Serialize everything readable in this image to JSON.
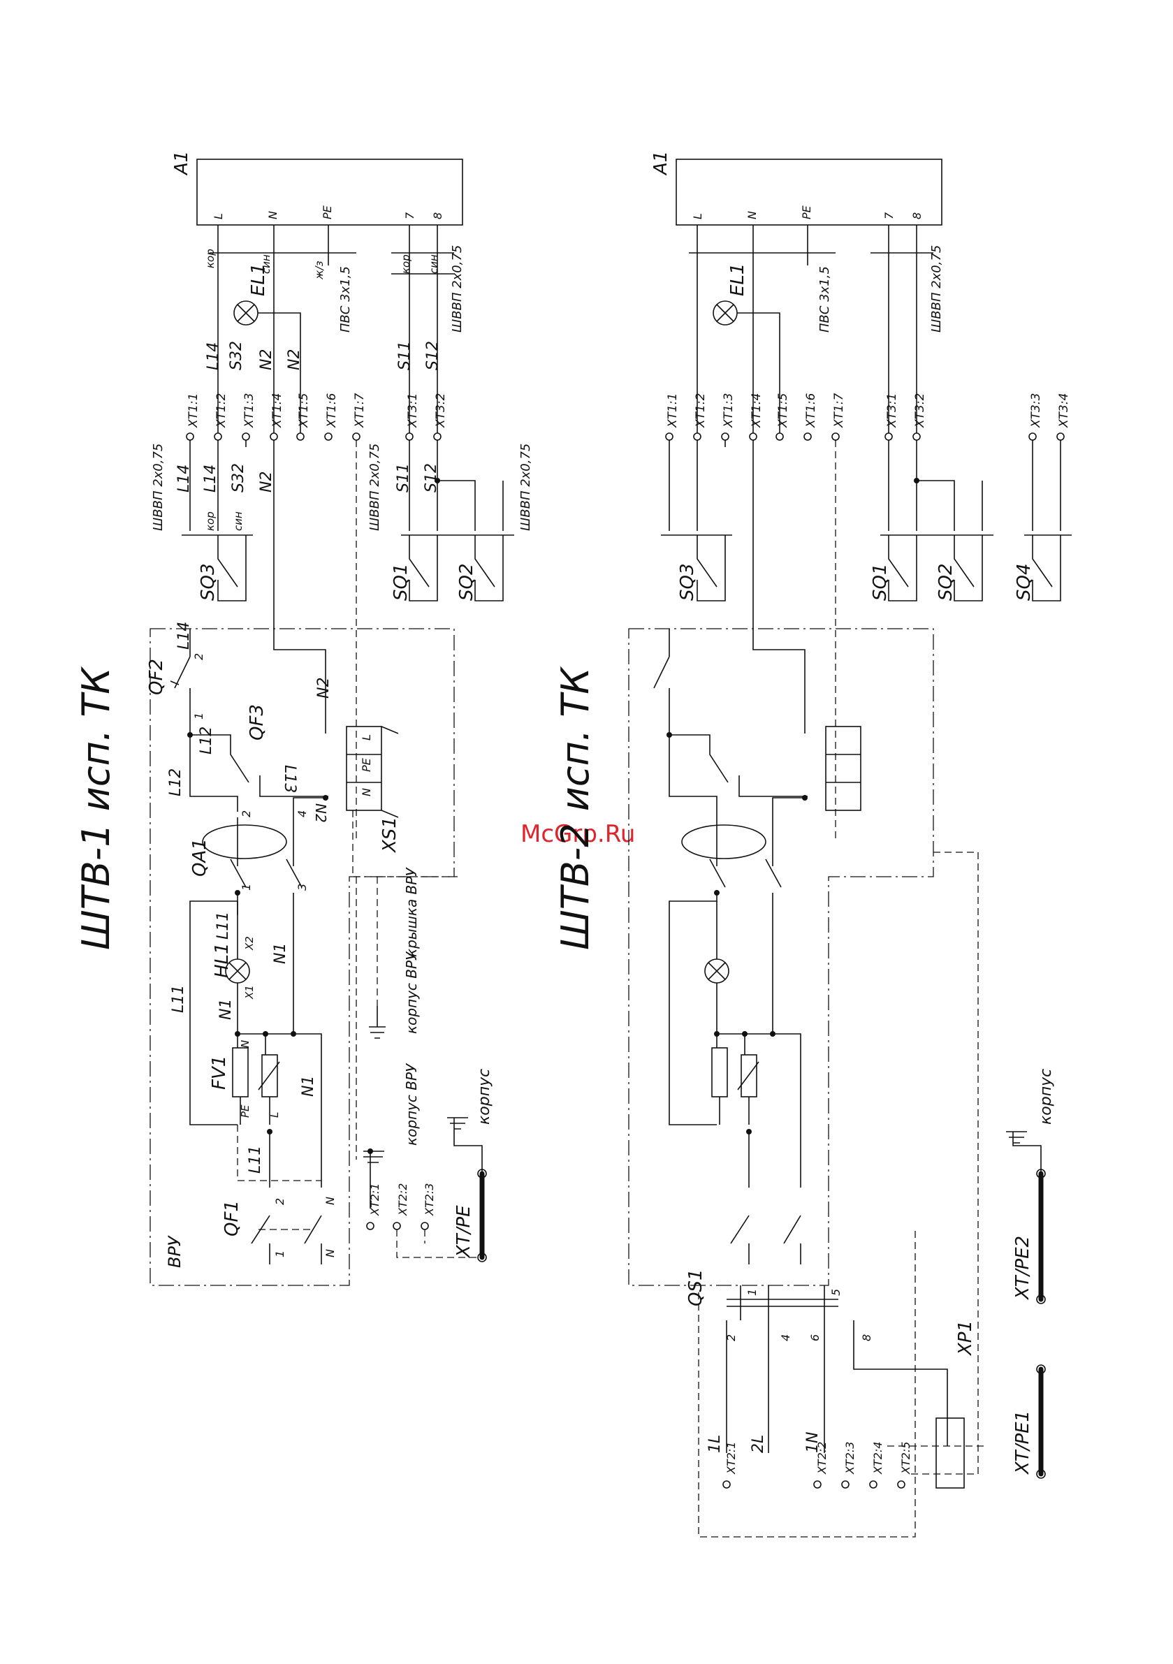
{
  "watermark": "McGrp.Ru",
  "top": {
    "title": "ШТВ-1 исп. ТК",
    "block": "A1",
    "block_terminals": [
      "L",
      "N",
      "PE",
      "7",
      "8"
    ],
    "cable_colors": {
      "kor": "кор",
      "sin": "син",
      "zhz": "ж/з"
    },
    "lamp": "EL1",
    "cables": {
      "pvs": "ПВС 3х1,5",
      "shvvp": "ШВВП 2х0,75"
    },
    "wires": {
      "L14": "L14",
      "S32": "S32",
      "N2": "N2",
      "S11": "S11",
      "S12": "S12",
      "L12": "L12",
      "L13": "L13",
      "L11": "L11",
      "N1": "N1",
      "N": "N",
      "L": "L",
      "PE": "PE"
    },
    "xt1": [
      "XT1:1",
      "XT1:2",
      "XT1:3",
      "XT1:4",
      "XT1:5",
      "XT1:6",
      "XT1:7"
    ],
    "xt3": [
      "XT3:1",
      "XT3:2"
    ],
    "xt2": [
      "XT2:1",
      "XT2:2",
      "XT2:3"
    ],
    "switches": [
      "SQ3",
      "SQ1",
      "SQ2"
    ],
    "qf2": "QF2",
    "qf3": "QF3",
    "qa1": "QA1",
    "hl1": "HL1",
    "fv1": "FV1",
    "qf1": "QF1",
    "xs1": "XS1",
    "vru": "ВРУ",
    "xtpe": "XT/PE",
    "korpus_vru": "корпус ВРУ",
    "kryshka_vru": "крышка ВРУ",
    "korpus": "корпус",
    "pins": {
      "p1": "1",
      "p2": "2",
      "p3": "3",
      "p4": "4",
      "x1": "X1",
      "x2": "X2"
    }
  },
  "bottom": {
    "title": "ШТВ-2 исп. ТК",
    "block": "A1",
    "block_terminals": [
      "L",
      "N",
      "PE",
      "7",
      "8"
    ],
    "lamp": "EL1",
    "cables": {
      "pvs": "ПВС 3х1,5",
      "shvvp": "ШВВП 2х0,75"
    },
    "xt1": [
      "XT1:1",
      "XT1:2",
      "XT1:3",
      "XT1:4",
      "XT1:5",
      "XT1:6",
      "XT1:7"
    ],
    "xt3": [
      "XT3:1",
      "XT3:2",
      "XT3:3",
      "XT3:4"
    ],
    "xt2": [
      "XT2:1",
      "XT2:2",
      "XT2:3",
      "XT2:4",
      "XT2:5"
    ],
    "switches": [
      "SQ3",
      "SQ1",
      "SQ2",
      "SQ4"
    ],
    "qs1": "QS1",
    "xp1": "XP1",
    "xtpe1": "XT/PE1",
    "xtpe2": "XT/PE2",
    "korpus": "корпус",
    "qs_pins": {
      "w1L": "1L",
      "w2L": "2L",
      "w1N": "1N",
      "p5": "5",
      "p6": "6",
      "p8": "8",
      "p4": "4",
      "p2": "2",
      "p1": "1"
    }
  }
}
